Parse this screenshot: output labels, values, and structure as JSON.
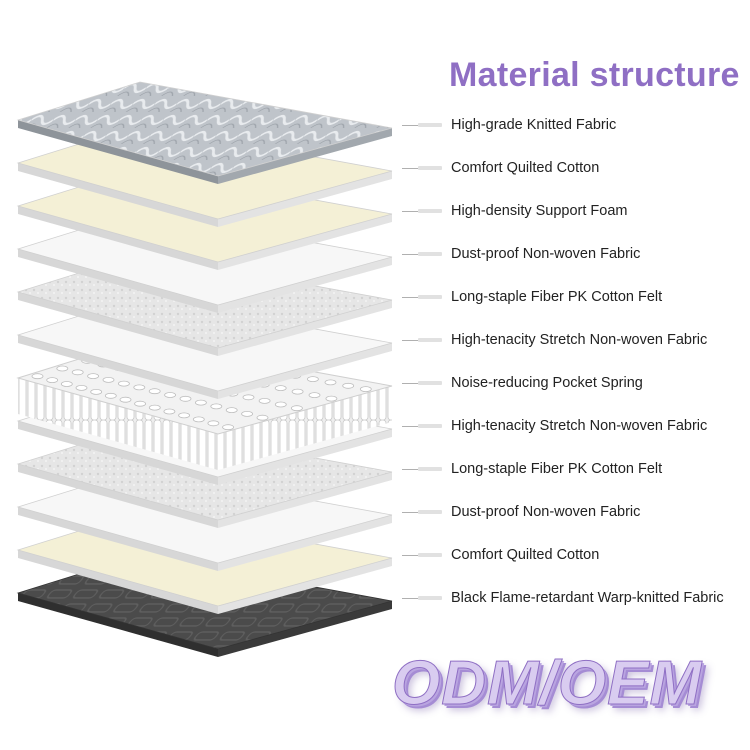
{
  "title": "Material structure",
  "layers": [
    {
      "label": "High-grade Knitted Fabric",
      "kind": "knit"
    },
    {
      "label": "Comfort Quilted Cotton",
      "kind": "cream"
    },
    {
      "label": "High-density Support Foam",
      "kind": "cream"
    },
    {
      "label": "Dust-proof Non-woven Fabric",
      "kind": "white"
    },
    {
      "label": "Long-staple Fiber PK Cotton Felt",
      "kind": "felt"
    },
    {
      "label": "High-tenacity Stretch Non-woven Fabric",
      "kind": "white"
    },
    {
      "label": "Noise-reducing Pocket Spring",
      "kind": "spring"
    },
    {
      "label": "High-tenacity Stretch Non-woven Fabric",
      "kind": "white"
    },
    {
      "label": "Long-staple Fiber PK Cotton Felt",
      "kind": "felt"
    },
    {
      "label": "Dust-proof Non-woven Fabric",
      "kind": "white"
    },
    {
      "label": "Comfort Quilted Cotton",
      "kind": "cream"
    },
    {
      "label": "Black Flame-retardant Warp-knitted Fabric",
      "kind": "black"
    }
  ],
  "brand": "ODM/OEM",
  "colors": {
    "title": "#8f6fc4",
    "knit": "#b9bec4",
    "cream": "#f4f0d6",
    "white": "#f7f7f7",
    "felt": "#e4e4e4",
    "black": "#4a4a4a"
  }
}
